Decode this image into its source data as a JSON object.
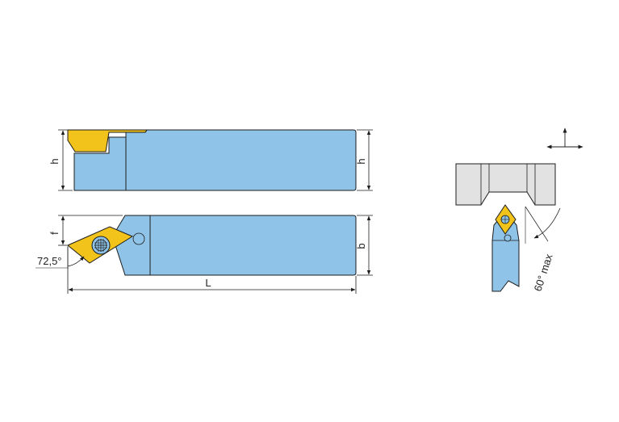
{
  "colors": {
    "holder": "#8fc4e8",
    "insert": "#f2c31b",
    "workpiece": "#e2e2e2",
    "line": "#1d1d1d"
  },
  "labels": {
    "h_left": "h",
    "h_right": "h",
    "f": "f",
    "b": "b",
    "L": "L",
    "approach_angle": "72,5°",
    "ramp_angle": "60° max"
  },
  "icons": {
    "feed_direction": "feed-direction-arrows-icon",
    "insert_screw": "insert-screw-icon",
    "coolant_hole": "clamp-hole-icon"
  }
}
